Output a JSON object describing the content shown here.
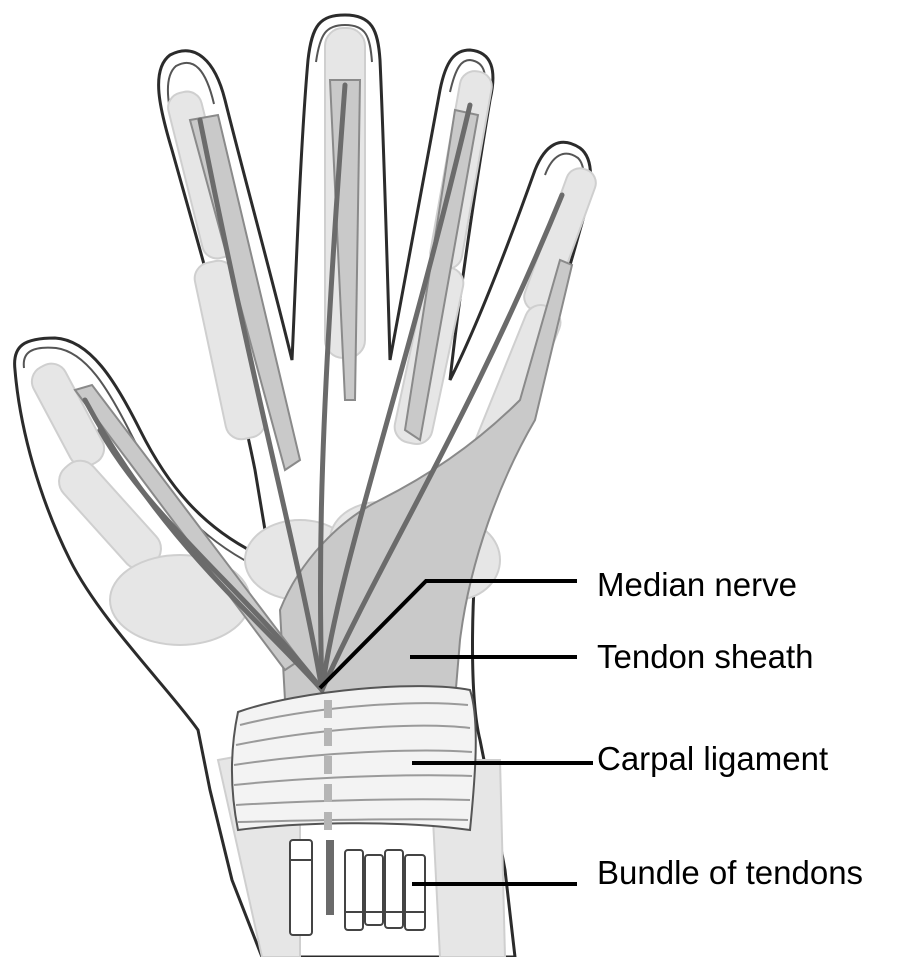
{
  "labels": {
    "median_nerve": "Median nerve",
    "tendon_sheath": "Tendon sheath",
    "carpal_ligament": "Carpal ligament",
    "bundle_of_tendons": "Bundle of tendons"
  },
  "colors": {
    "outline": "#2b2b2b",
    "bone": "#e6e6e6",
    "sheath": "#c9c9c9",
    "nerve": "#6b6b6b",
    "leader": "#000000"
  }
}
